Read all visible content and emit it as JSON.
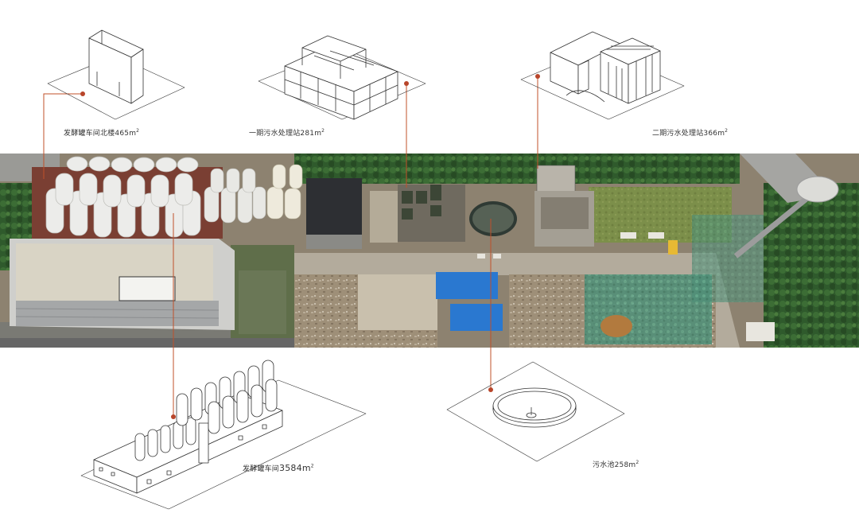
{
  "colors": {
    "leader_line": "#c0502a",
    "leader_dot": "#b8452a",
    "outline": "#333333"
  },
  "callouts": [
    {
      "id": "north-building",
      "name": "发酵罐车间北楼",
      "area_value": "465",
      "area_unit": "m",
      "area_exp": "2"
    },
    {
      "id": "phase1-station",
      "name": "一期污水处理站",
      "area_value": "281",
      "area_unit": "m",
      "area_exp": "2"
    },
    {
      "id": "phase2-station",
      "name": "二期污水处理站",
      "area_value": "366",
      "area_unit": "m",
      "area_exp": "2"
    },
    {
      "id": "tank-workshop",
      "name": "发酵罐车间",
      "area_value": "3584",
      "area_unit": "m",
      "area_exp": "2"
    },
    {
      "id": "sewage-pool",
      "name": "污水池",
      "area_value": "258",
      "area_unit": "m",
      "area_exp": "2"
    }
  ]
}
